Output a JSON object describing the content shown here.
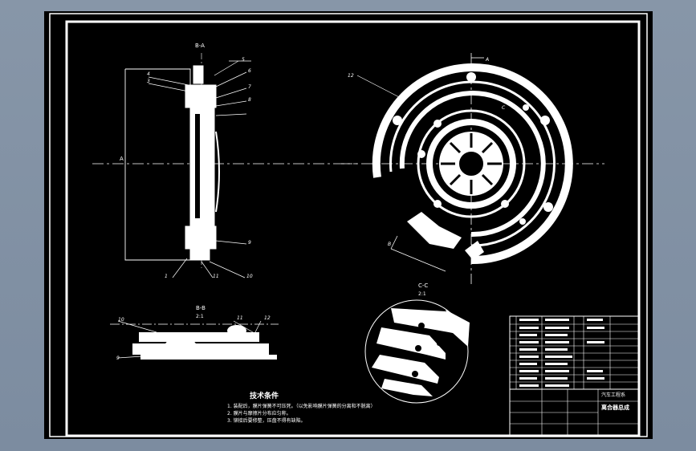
{
  "section_a": {
    "mark": "A",
    "view_title": "B-A",
    "part_numbers": [
      "4",
      "3",
      "5",
      "6",
      "7",
      "8",
      "9",
      "1",
      "11",
      "10"
    ]
  },
  "main_view": {
    "mark_a": "A",
    "mark_b": "B",
    "mark_c": "C",
    "part_number": "12"
  },
  "section_b": {
    "title": "B-B",
    "scale": "2:1",
    "part_numbers": [
      "10",
      "11",
      "12",
      "9"
    ]
  },
  "section_c": {
    "title": "C-C",
    "scale": "2:1"
  },
  "tech_requirements": {
    "title": "技术条件",
    "items": [
      "1. 装配后，膜片弹簧不可压死。（以免影响膜片弹簧的分离和不脱离）",
      "2. 膜片与摩擦片分布应匀称。",
      "3. 铆接后要修整，压盘不得有缺陷。"
    ]
  },
  "title_block": {
    "school": "汽车工程系",
    "drawing_name": "离合器总成"
  },
  "colors": {
    "paper": "#000000",
    "ink": "#ffffff",
    "outer_bg": "#8796a8"
  }
}
